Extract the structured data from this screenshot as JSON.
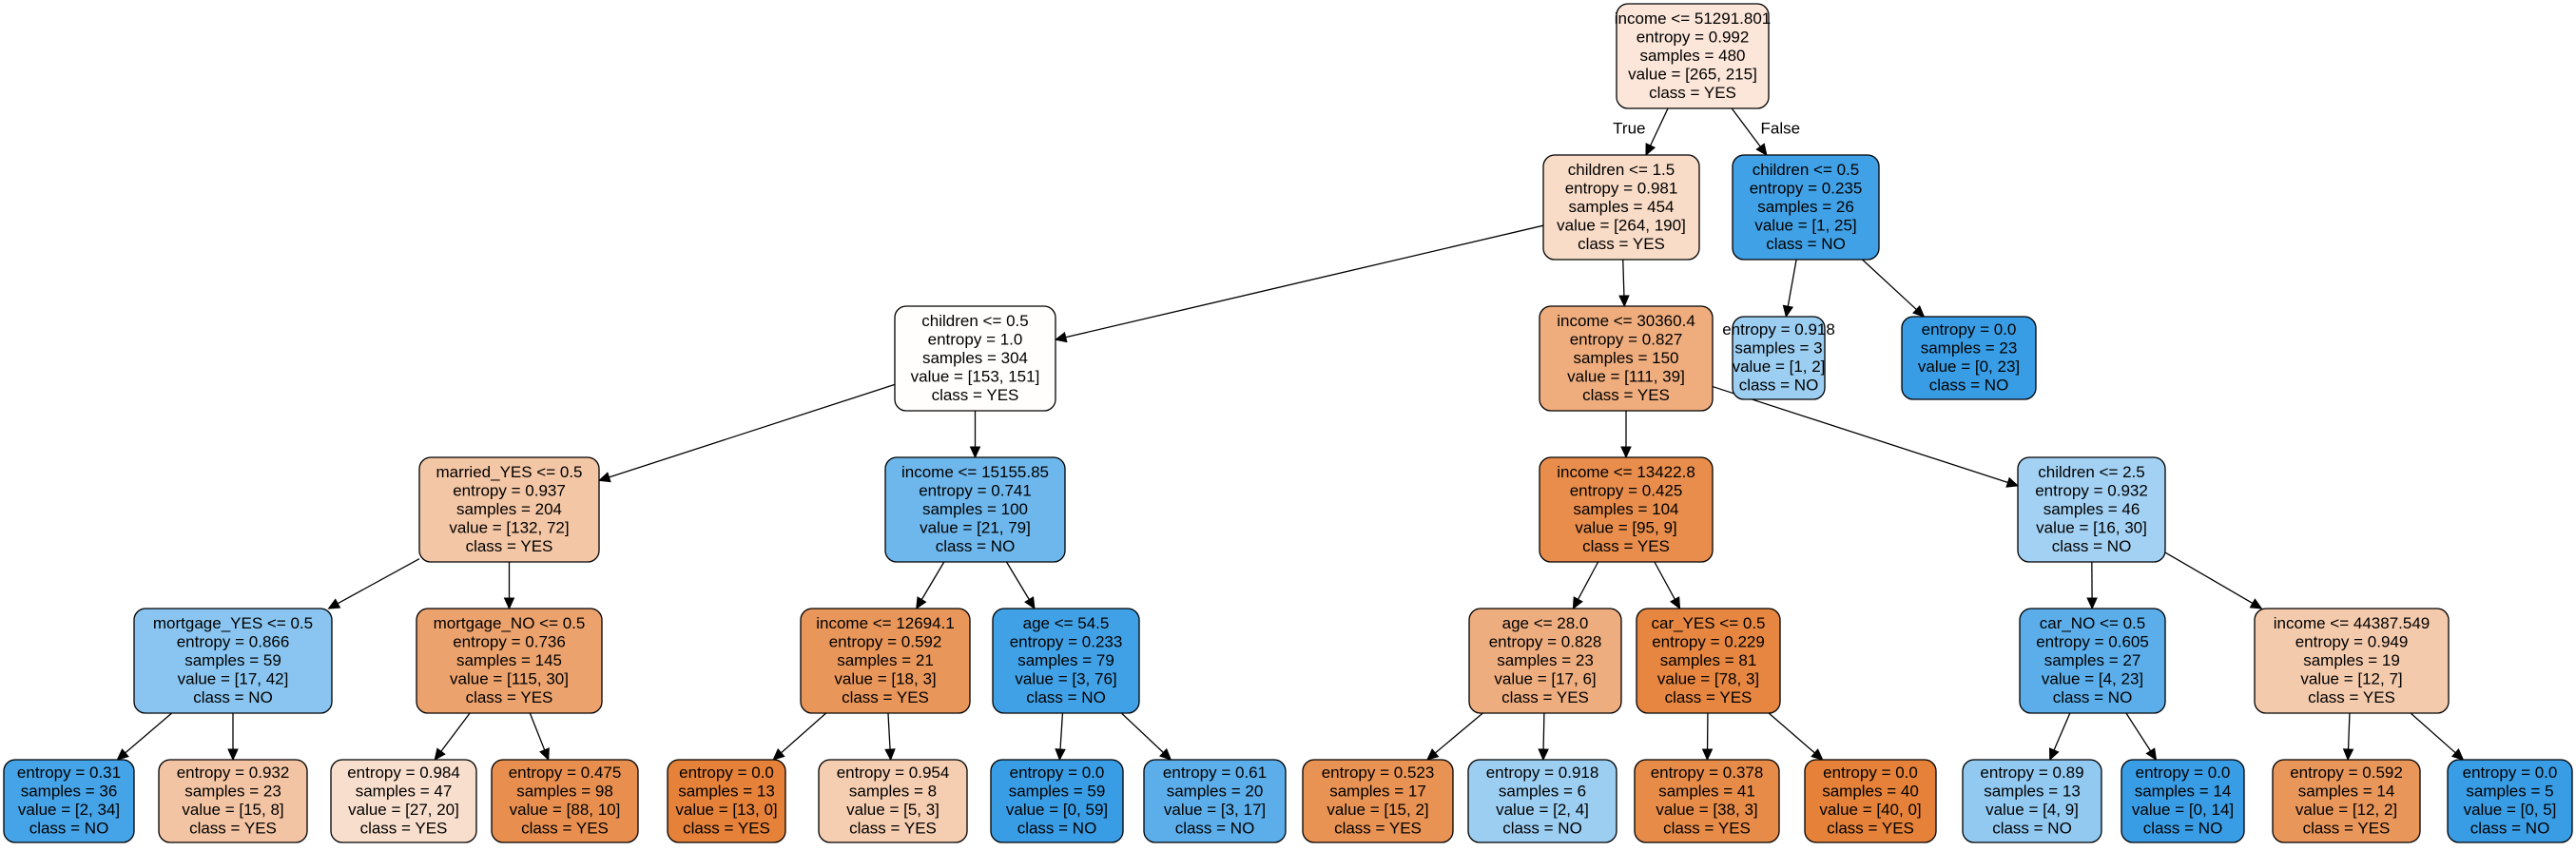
{
  "tree": {
    "nodes": [
      {
        "id": "n0",
        "lines": [
          "income <= 51291.801",
          "entropy = 0.992",
          "samples = 480",
          "value = [265, 215]",
          "class = YES"
        ],
        "fill": "#fce6d9"
      },
      {
        "id": "n1",
        "lines": [
          "children <= 1.5",
          "entropy = 0.981",
          "samples = 454",
          "value = [264, 190]",
          "class = YES"
        ],
        "fill": "#f9dcc7"
      },
      {
        "id": "n2",
        "lines": [
          "children <= 0.5",
          "entropy = 0.235",
          "samples = 26",
          "value = [1, 25]",
          "class = NO"
        ],
        "fill": "#41a1e6"
      },
      {
        "id": "n3",
        "lines": [
          "children <= 0.5",
          "entropy = 1.0",
          "samples = 304",
          "value = [153, 151]",
          "class = YES"
        ],
        "fill": "#fffefd"
      },
      {
        "id": "n4",
        "lines": [
          "income <= 30360.4",
          "entropy = 0.827",
          "samples = 150",
          "value = [111, 39]",
          "class = YES"
        ],
        "fill": "#efad7e"
      },
      {
        "id": "n5",
        "lines": [
          "entropy = 0.918",
          "samples = 3",
          "value = [1, 2]",
          "class = NO"
        ],
        "fill": "#9ccef2"
      },
      {
        "id": "n6",
        "lines": [
          "entropy = 0.0",
          "samples = 23",
          "value = [0, 23]",
          "class = NO"
        ],
        "fill": "#399de5"
      },
      {
        "id": "n7",
        "lines": [
          "married_YES <= 0.5",
          "entropy = 0.937",
          "samples = 204",
          "value = [132, 72]",
          "class = YES"
        ],
        "fill": "#f3c6a5"
      },
      {
        "id": "n8",
        "lines": [
          "income <= 15155.85",
          "entropy = 0.741",
          "samples = 100",
          "value = [21, 79]",
          "class = NO"
        ],
        "fill": "#6eb7ec"
      },
      {
        "id": "n9",
        "lines": [
          "income <= 13422.8",
          "entropy = 0.425",
          "samples = 104",
          "value = [95, 9]",
          "class = YES"
        ],
        "fill": "#e88d4c"
      },
      {
        "id": "n10",
        "lines": [
          "children <= 2.5",
          "entropy = 0.932",
          "samples = 46",
          "value = [16, 30]",
          "class = NO"
        ],
        "fill": "#a3d1f3"
      },
      {
        "id": "n11",
        "lines": [
          "mortgage_YES <= 0.5",
          "entropy = 0.866",
          "samples = 59",
          "value = [17, 42]",
          "class = NO"
        ],
        "fill": "#89c5f0"
      },
      {
        "id": "n12",
        "lines": [
          "mortgage_NO <= 0.5",
          "entropy = 0.736",
          "samples = 145",
          "value = [115, 30]",
          "class = YES"
        ],
        "fill": "#eca26d"
      },
      {
        "id": "n13",
        "lines": [
          "income <= 12694.1",
          "entropy = 0.592",
          "samples = 21",
          "value = [18, 3]",
          "class = YES"
        ],
        "fill": "#e9965a"
      },
      {
        "id": "n14",
        "lines": [
          "age <= 54.5",
          "entropy = 0.233",
          "samples = 79",
          "value = [3, 76]",
          "class = NO"
        ],
        "fill": "#41a1e6"
      },
      {
        "id": "n15",
        "lines": [
          "age <= 28.0",
          "entropy = 0.828",
          "samples = 23",
          "value = [17, 6]",
          "class = YES"
        ],
        "fill": "#eead7f"
      },
      {
        "id": "n16",
        "lines": [
          "car_YES <= 0.5",
          "entropy = 0.229",
          "samples = 81",
          "value = [78, 3]",
          "class = YES"
        ],
        "fill": "#e68641"
      },
      {
        "id": "n17",
        "lines": [
          "car_NO <= 0.5",
          "entropy = 0.605",
          "samples = 27",
          "value = [4, 23]",
          "class = NO"
        ],
        "fill": "#5baeea"
      },
      {
        "id": "n18",
        "lines": [
          "income <= 44387.549",
          "entropy = 0.949",
          "samples = 19",
          "value = [12, 7]",
          "class = YES"
        ],
        "fill": "#f4caac"
      },
      {
        "id": "n19",
        "lines": [
          "entropy = 0.31",
          "samples = 36",
          "value = [2, 34]",
          "class = NO"
        ],
        "fill": "#45a3e7"
      },
      {
        "id": "n20",
        "lines": [
          "entropy = 0.932",
          "samples = 23",
          "value = [15, 8]",
          "class = YES"
        ],
        "fill": "#f3c4a3"
      },
      {
        "id": "n21",
        "lines": [
          "entropy = 0.984",
          "samples = 47",
          "value = [27, 20]",
          "class = YES"
        ],
        "fill": "#f8decc"
      },
      {
        "id": "n22",
        "lines": [
          "entropy = 0.475",
          "samples = 98",
          "value = [88, 10]",
          "class = YES"
        ],
        "fill": "#e88f50"
      },
      {
        "id": "n23",
        "lines": [
          "entropy = 0.0",
          "samples = 13",
          "value = [13, 0]",
          "class = YES"
        ],
        "fill": "#e58139"
      },
      {
        "id": "n24",
        "lines": [
          "entropy = 0.954",
          "samples = 8",
          "value = [5, 3]",
          "class = YES"
        ],
        "fill": "#f5cdb0"
      },
      {
        "id": "n25",
        "lines": [
          "entropy = 0.0",
          "samples = 59",
          "value = [0, 59]",
          "class = NO"
        ],
        "fill": "#399de5"
      },
      {
        "id": "n26",
        "lines": [
          "entropy = 0.61",
          "samples = 20",
          "value = [3, 17]",
          "class = NO"
        ],
        "fill": "#5caeea"
      },
      {
        "id": "n27",
        "lines": [
          "entropy = 0.523",
          "samples = 17",
          "value = [15, 2]",
          "class = YES"
        ],
        "fill": "#e89253"
      },
      {
        "id": "n28",
        "lines": [
          "entropy = 0.918",
          "samples = 6",
          "value = [2, 4]",
          "class = NO"
        ],
        "fill": "#9ccef2"
      },
      {
        "id": "n29",
        "lines": [
          "entropy = 0.378",
          "samples = 41",
          "value = [38, 3]",
          "class = YES"
        ],
        "fill": "#e78b49"
      },
      {
        "id": "n30",
        "lines": [
          "entropy = 0.0",
          "samples = 40",
          "value = [40, 0]",
          "class = YES"
        ],
        "fill": "#e58139"
      },
      {
        "id": "n31",
        "lines": [
          "entropy = 0.89",
          "samples = 13",
          "value = [4, 9]",
          "class = NO"
        ],
        "fill": "#91c9f1"
      },
      {
        "id": "n32",
        "lines": [
          "entropy = 0.0",
          "samples = 14",
          "value = [0, 14]",
          "class = NO"
        ],
        "fill": "#399de5"
      },
      {
        "id": "n33",
        "lines": [
          "entropy = 0.592",
          "samples = 14",
          "value = [12, 2]",
          "class = YES"
        ],
        "fill": "#e9965a"
      },
      {
        "id": "n34",
        "lines": [
          "entropy = 0.0",
          "samples = 5",
          "value = [0, 5]",
          "class = NO"
        ],
        "fill": "#399de5"
      }
    ],
    "edges": [
      {
        "from": "n0",
        "to": "n1",
        "label": "True"
      },
      {
        "from": "n0",
        "to": "n2",
        "label": "False"
      },
      {
        "from": "n1",
        "to": "n3"
      },
      {
        "from": "n1",
        "to": "n4"
      },
      {
        "from": "n2",
        "to": "n5"
      },
      {
        "from": "n2",
        "to": "n6"
      },
      {
        "from": "n3",
        "to": "n7"
      },
      {
        "from": "n3",
        "to": "n8"
      },
      {
        "from": "n4",
        "to": "n9"
      },
      {
        "from": "n4",
        "to": "n10"
      },
      {
        "from": "n7",
        "to": "n11"
      },
      {
        "from": "n7",
        "to": "n12"
      },
      {
        "from": "n8",
        "to": "n13"
      },
      {
        "from": "n8",
        "to": "n14"
      },
      {
        "from": "n9",
        "to": "n15"
      },
      {
        "from": "n9",
        "to": "n16"
      },
      {
        "from": "n10",
        "to": "n17"
      },
      {
        "from": "n10",
        "to": "n18"
      },
      {
        "from": "n11",
        "to": "n19"
      },
      {
        "from": "n11",
        "to": "n20"
      },
      {
        "from": "n12",
        "to": "n21"
      },
      {
        "from": "n12",
        "to": "n22"
      },
      {
        "from": "n13",
        "to": "n23"
      },
      {
        "from": "n13",
        "to": "n24"
      },
      {
        "from": "n14",
        "to": "n25"
      },
      {
        "from": "n14",
        "to": "n26"
      },
      {
        "from": "n15",
        "to": "n27"
      },
      {
        "from": "n15",
        "to": "n28"
      },
      {
        "from": "n16",
        "to": "n29"
      },
      {
        "from": "n16",
        "to": "n30"
      },
      {
        "from": "n17",
        "to": "n31"
      },
      {
        "from": "n17",
        "to": "n32"
      },
      {
        "from": "n18",
        "to": "n33"
      },
      {
        "from": "n18",
        "to": "n34"
      }
    ]
  }
}
